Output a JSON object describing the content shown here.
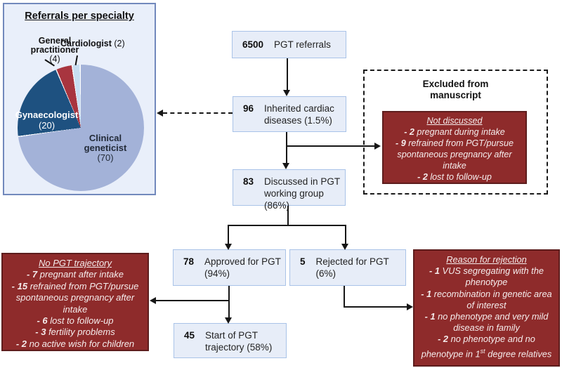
{
  "pie_panel": {
    "title": "Referrals per specialty",
    "chart": {
      "type": "pie",
      "total": 96,
      "slices": [
        {
          "label": "Clinical geneticist",
          "value": 70,
          "color": "#a3b2d8"
        },
        {
          "label": "Gynaecologist",
          "value": 20,
          "color": "#1e5180"
        },
        {
          "label": "General practitioner",
          "value": 4,
          "color": "#a8353f"
        },
        {
          "label": "Cardiologist",
          "value": 2,
          "color": "#c7def2"
        }
      ]
    },
    "labels": {
      "gp_line1": "General",
      "gp_line2": "practitioner",
      "gp_count": "(4)",
      "cardio_name": "Cardiologist",
      "cardio_count": " (2)",
      "gyn_name": "Gynaecologist",
      "gyn_count": "(20)",
      "clin_line1": "Clinical",
      "clin_line2": "geneticist",
      "clin_count": "(70)"
    }
  },
  "flow": {
    "referrals": {
      "num": "6500",
      "label": "PGT referrals"
    },
    "inherited": {
      "num": "96",
      "label": "Inherited cardiac diseases (1.5%)"
    },
    "discussed": {
      "num": "83",
      "label": "Discussed in PGT working group (86%)"
    },
    "approved": {
      "num": "78",
      "label": "Approved for PGT (94%)"
    },
    "rejected": {
      "num": "5",
      "label": "Rejected for PGT (6%)"
    },
    "start": {
      "num": "45",
      "label": "Start of PGT trajectory (58%)"
    }
  },
  "excluded_panel": {
    "title_line1": "Excluded from",
    "title_line2": "manuscript",
    "heading": "Not discussed",
    "items": [
      {
        "n": "- 2",
        "t": " pregnant during intake"
      },
      {
        "n": "- 9",
        "t": " refrained from PGT/pursue spontaneous pregnancy after intake"
      },
      {
        "n": "- 2",
        "t": " lost to follow-up"
      }
    ]
  },
  "no_pgt_panel": {
    "heading": "No PGT trajectory",
    "items": [
      {
        "n": "- 7",
        "t": " pregnant after intake"
      },
      {
        "n": "- 15",
        "t": " refrained from PGT/pursue spontaneous pregnancy after intake"
      },
      {
        "n": "- 6",
        "t": " lost to follow-up"
      },
      {
        "n": "- 3",
        "t": " fertility problems"
      },
      {
        "n": "- 2",
        "t": " no active wish for children"
      }
    ]
  },
  "rejection_panel": {
    "heading": "Reason for rejection",
    "items": [
      {
        "n": "- 1",
        "t": " VUS segregating with the phenotype"
      },
      {
        "n": "- 1",
        "t": " recombination in genetic area of interest"
      },
      {
        "n": "- 1",
        "t": " no phenotype and very mild disease in family"
      },
      {
        "n": "- 2",
        "t_pre": " no phenotype and no phenotype in 1",
        "sup": "st",
        "t_post": " degree relatives"
      }
    ]
  }
}
